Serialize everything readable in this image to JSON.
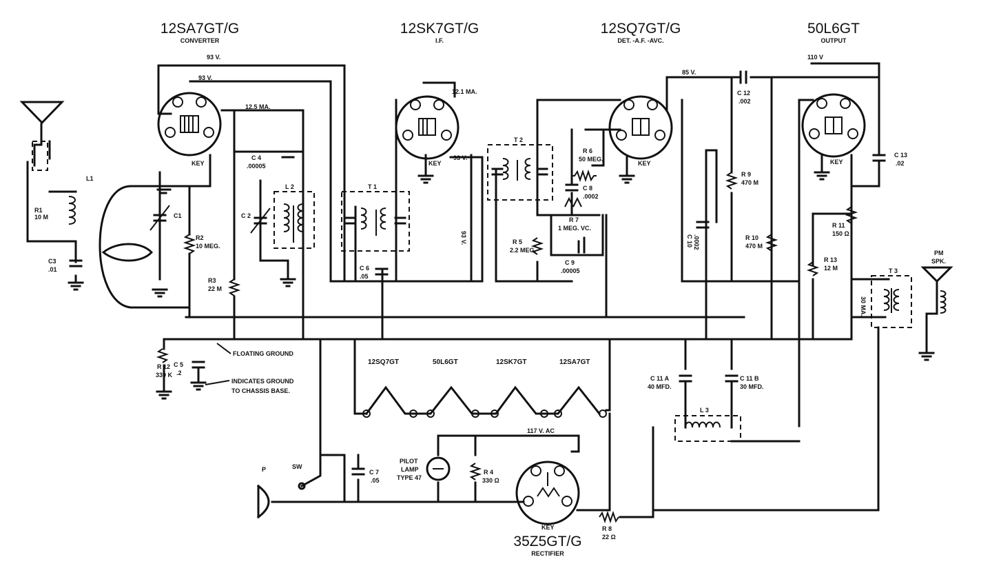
{
  "tubes": [
    {
      "type": "12SA7GT/G",
      "function": "CONVERTER",
      "key": "KEY"
    },
    {
      "type": "12SK7GT/G",
      "function": "I.F.",
      "key": "KEY"
    },
    {
      "type": "12SQ7GT/G",
      "function": "DET. -A.F. -AVC.",
      "key": "KEY"
    },
    {
      "type": "50L6GT",
      "function": "OUTPUT",
      "key": "KEY"
    },
    {
      "type": "35Z5GT/G",
      "function": "RECTIFIER",
      "key": "KEY"
    }
  ],
  "voltages": {
    "v1": "93 V.",
    "v2": "93 V.",
    "v3": "12.5 MA.",
    "v4": "12.1 MA.",
    "v5": "93 V.",
    "v6": "93 V.",
    "v7": "85 V.",
    "v8": "110 V",
    "v9": "30 MA.",
    "ac": "117 V. AC"
  },
  "components": {
    "l1": "L1",
    "r1": "R1",
    "r1v": "10 M",
    "c3": "C3",
    "c3v": ".01",
    "c1": "C1",
    "r2": "R2",
    "r2v": "10 MEG.",
    "r3": "R3",
    "r3v": "22 M",
    "c4": "C 4",
    "c4v": ".00005",
    "c2": "C 2",
    "l2": "L 2",
    "t1": "T 1",
    "c6": "C 6",
    "c6v": ".05",
    "t2": "T 2",
    "r6": "R 6",
    "r6v": "50 MEG.",
    "c8": "C 8",
    "c8v": ".0002",
    "r7": "R 7",
    "r7v": "1 MEG. VC.",
    "r5": "R 5",
    "r5v": "2.2 MEG.",
    "c9": "C 9",
    "c9v": ".00005",
    "c10": "C 10",
    "c10v": ".0002",
    "c12": "C 12",
    "c12v": ".002",
    "r9": "R 9",
    "r9v": "470 M",
    "r10": "R 10",
    "r10v": "470 M",
    "r11": "R 11",
    "r11v": "150 Ω",
    "r13": "R 13",
    "r13v": "12 M",
    "c13": "C 13",
    "c13v": ".02",
    "t3": "T 3",
    "pm": "PM",
    "spk": "SPK.",
    "r12": "R 12",
    "r12v": "330 K",
    "c5": "C 5",
    "c5v": ".2",
    "c11a": "C 11 A",
    "c11av": "40 MFD.",
    "c11b": "C 11 B",
    "c11bv": "30 MFD.",
    "l3": "L 3",
    "c7": "C 7",
    "c7v": ".05",
    "r4": "R 4",
    "r4v": "330 Ω",
    "r8": "R 8",
    "r8v": "22 Ω",
    "pilot1": "PILOT",
    "pilot2": "LAMP",
    "pilot3": "TYPE 47",
    "p": "P",
    "sw": "SW"
  },
  "notes": {
    "floating": "FLOATING GROUND",
    "chassis1": "INDICATES GROUND",
    "chassis2": "TO CHASSIS BASE."
  },
  "filaments": [
    "12SQ7GT",
    "50L6GT",
    "12SK7GT",
    "12SA7GT"
  ]
}
